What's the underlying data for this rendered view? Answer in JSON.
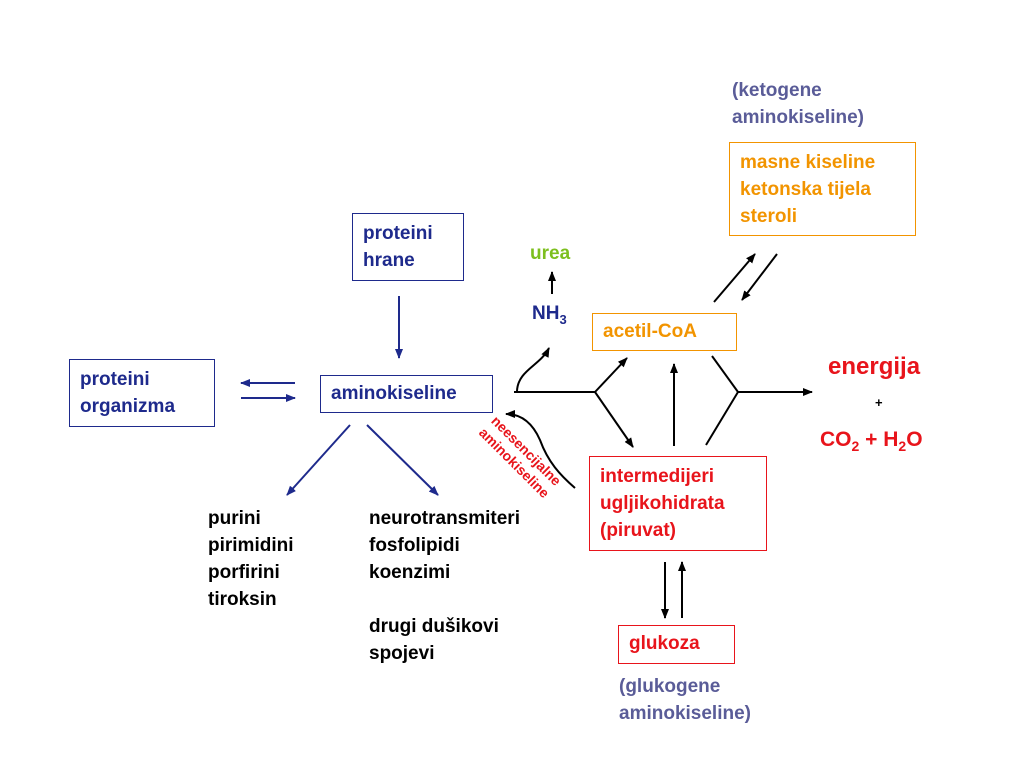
{
  "ketogenic_note": [
    "(ketogene",
    "aminokiseline)"
  ],
  "lipid_box": [
    "masne kiseline",
    "ketonska tijela",
    "steroli"
  ],
  "food_protein_box": [
    "proteini",
    "hrane"
  ],
  "urea": "urea",
  "nh3": {
    "base": "NH",
    "sub": "3"
  },
  "acetyl_coa": "acetil-CoA",
  "energy": "energija",
  "plus": "+",
  "co2_h2o": {
    "a": "CO",
    "a_sub": "2",
    "mid": " + H",
    "b_sub": "2",
    "end": "O"
  },
  "body_protein_box": [
    "proteini",
    "organizma"
  ],
  "amino_acids_box": "aminokiseline",
  "nonessential_label": [
    "neesencijalne",
    "aminokiseline"
  ],
  "carb_box": [
    "intermedijeri",
    "ugljikohidrata",
    "(piruvat)"
  ],
  "left_products": [
    "purini",
    "pirimidini",
    "porfirini",
    "tiroksin"
  ],
  "right_products": [
    "neurotransmiteri",
    "fosfolipidi",
    "koenzimi",
    "",
    "drugi dušikovi",
    "spojevi"
  ],
  "glucose": "glukoza",
  "glucogenic_note": [
    "(glukogene",
    "aminokiseline)"
  ],
  "colors": {
    "navy": "#1e2a8c",
    "orange": "#f29400",
    "red": "#e8141b",
    "green": "#7dbf1e",
    "slate": "#5a5c98"
  }
}
